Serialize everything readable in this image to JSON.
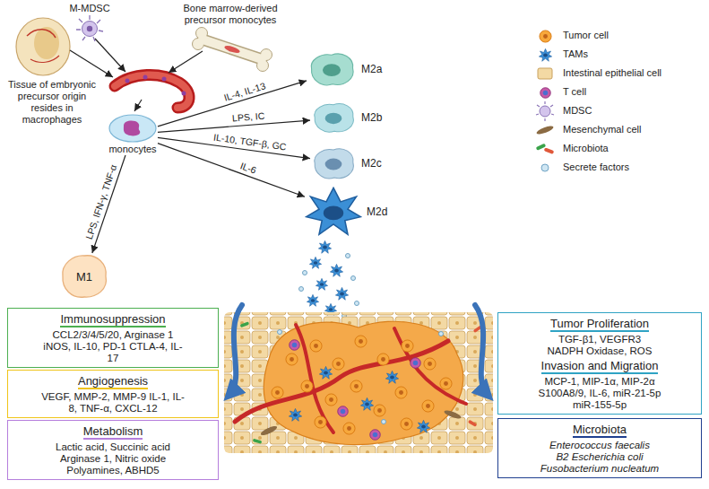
{
  "diagram": {
    "nodes": [
      {
        "text": [
          "monocytes"
        ]
      },
      {
        "text": [
          "M2a"
        ]
      },
      {
        "text": [
          "M2b"
        ]
      },
      {
        "text": [
          "M2c"
        ]
      },
      {
        "text": [
          "M2d"
        ]
      },
      {
        "text": [
          "M1"
        ]
      },
      {
        "text": [
          "Immunosuppression",
          "CCL2/3/4/5/20, Arginase 1 iNOS, IL-10, PD-1 CTLA-4, IL-17"
        ]
      },
      {
        "text": [
          "Angiogenesis",
          "VEGF, MMP-2, MMP-9 IL-1, IL-8, TNF-α, CXCL-12"
        ]
      },
      {
        "text": [
          "Metabolism",
          "Lactic acid, Succinic acid Arginase 1, Nitric oxide Polyamines, ABHD5"
        ]
      },
      {
        "text": [
          "Tumor Proliferation",
          "TGF-β1, VEGFR3 NADPH Oxidase, ROS",
          "Invasion and Migration",
          "MCP-1, MIP-1α, MIP-2α S100A8/9, IL-6, miR-21-5p miR-155-5p"
        ]
      },
      {
        "text": [
          "Microbiota",
          "Enterococcus faecalis",
          "B2 Escherichia coli",
          "Fusobacterium nucleatum"
        ]
      }
    ],
    "edges": [
      {
        "from": 0,
        "to": 1,
        "arrow": "to",
        "label": "IL-4, IL-13"
      },
      {
        "from": 0,
        "to": 2,
        "arrow": "to",
        "label": "LPS, IC"
      },
      {
        "from": 0,
        "to": 3,
        "arrow": "to",
        "label": "IL-10, TGF-β, GC"
      },
      {
        "from": 0,
        "to": 4,
        "arrow": "to",
        "label": "IL-6"
      },
      {
        "from": 0,
        "to": 5,
        "arrow": "to",
        "label": "LPS, IFN-γ, TNF-α"
      }
    ],
    "labels": [
      "M-MDSC",
      "Bone marrow-derived precursor monocytes",
      "Tissue of embryonic precursor origin resides in macrophages"
    ],
    "legend": [
      {
        "text": "Tumor cell"
      },
      {
        "text": "TAMs"
      },
      {
        "text": "Intestinal epithelial cell"
      },
      {
        "text": "T cell"
      },
      {
        "text": "MDSC"
      },
      {
        "text": "Mesenchymal cell"
      },
      {
        "text": "Microbiota"
      },
      {
        "text": "Secrete factors"
      }
    ]
  }
}
